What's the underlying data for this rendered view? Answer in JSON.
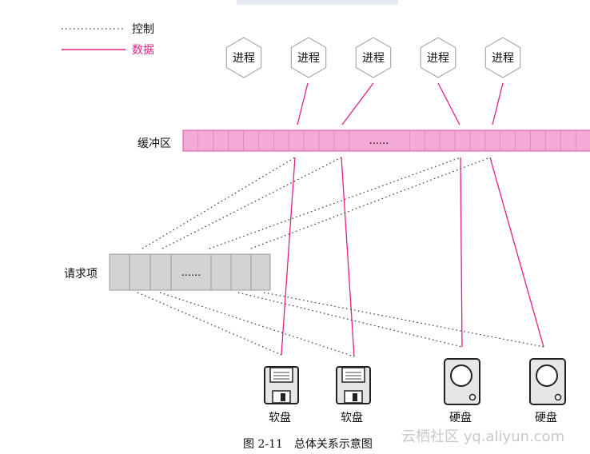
{
  "legend": {
    "control_label": "控制",
    "data_label": "数据",
    "control_color": "#333333",
    "data_color": "#e0218a"
  },
  "processes": [
    "进程",
    "进程",
    "进程",
    "进程",
    "进程"
  ],
  "buffer": {
    "label": "缓冲区",
    "ellipsis": "......",
    "fill_color": "#f5a9d6",
    "border_color": "#d2559d"
  },
  "requests": {
    "label": "请求项",
    "ellipsis": "......",
    "fill_color": "#d3d3d3"
  },
  "devices": [
    {
      "type": "floppy",
      "label": "软盘"
    },
    {
      "type": "floppy",
      "label": "软盘"
    },
    {
      "type": "harddisk",
      "label": "硬盘"
    },
    {
      "type": "harddisk",
      "label": "硬盘"
    }
  ],
  "caption": "图 2-11　总体关系示意图",
  "watermark": "云栖社区 yq.aliyun.com"
}
